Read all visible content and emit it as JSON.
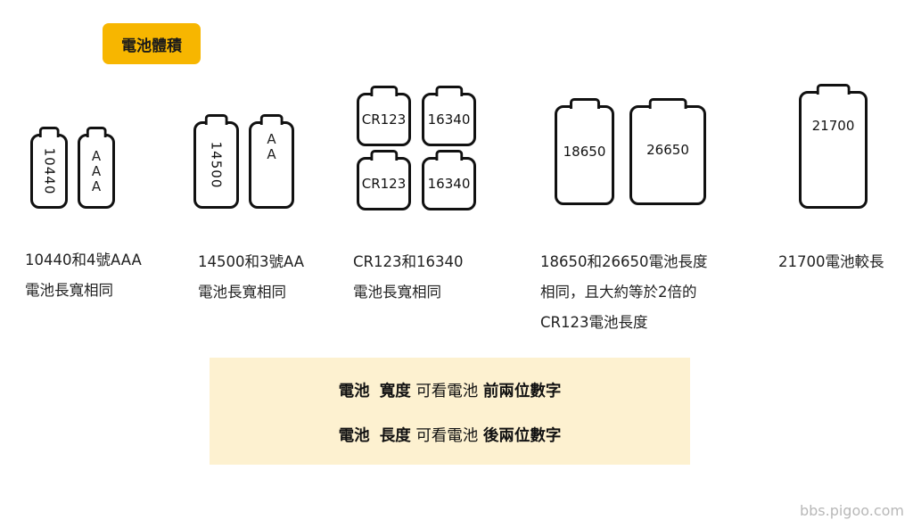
{
  "badge": {
    "text": "電池體積"
  },
  "batteries": {
    "b10440": "10440",
    "baaa": [
      "A",
      "A",
      "A"
    ],
    "b14500": "14500",
    "baa": [
      "A",
      "A"
    ],
    "cr123_top": "CR123",
    "b16340_top": "16340",
    "cr123_bottom": "CR123",
    "b16340_bottom": "16340",
    "b18650": "18650",
    "b26650": "26650",
    "b21700": "21700"
  },
  "captions": {
    "c1": [
      "10440和4號AAA",
      "電池長寬相同"
    ],
    "c2": [
      "14500和3號AA",
      "電池長寬相同"
    ],
    "c3": [
      "CR123和16340",
      "電池長寬相同"
    ],
    "c4": [
      "18650和26650電池長度",
      "相同，且大約等於2倍的",
      "CR123電池長度"
    ],
    "c5": [
      "21700電池較長"
    ]
  },
  "panel": {
    "line1": {
      "a": "電池",
      "b": "寬度",
      "c": "可看電池",
      "d": "前兩位數字"
    },
    "line2": {
      "a": "電池",
      "b": "長度",
      "c": "可看電池",
      "d": "後兩位數字"
    }
  },
  "watermark": "bbs.pigoo.com",
  "colors": {
    "badge": "#f7b600",
    "panel": "#fdf1d0",
    "outline": "#111111"
  }
}
